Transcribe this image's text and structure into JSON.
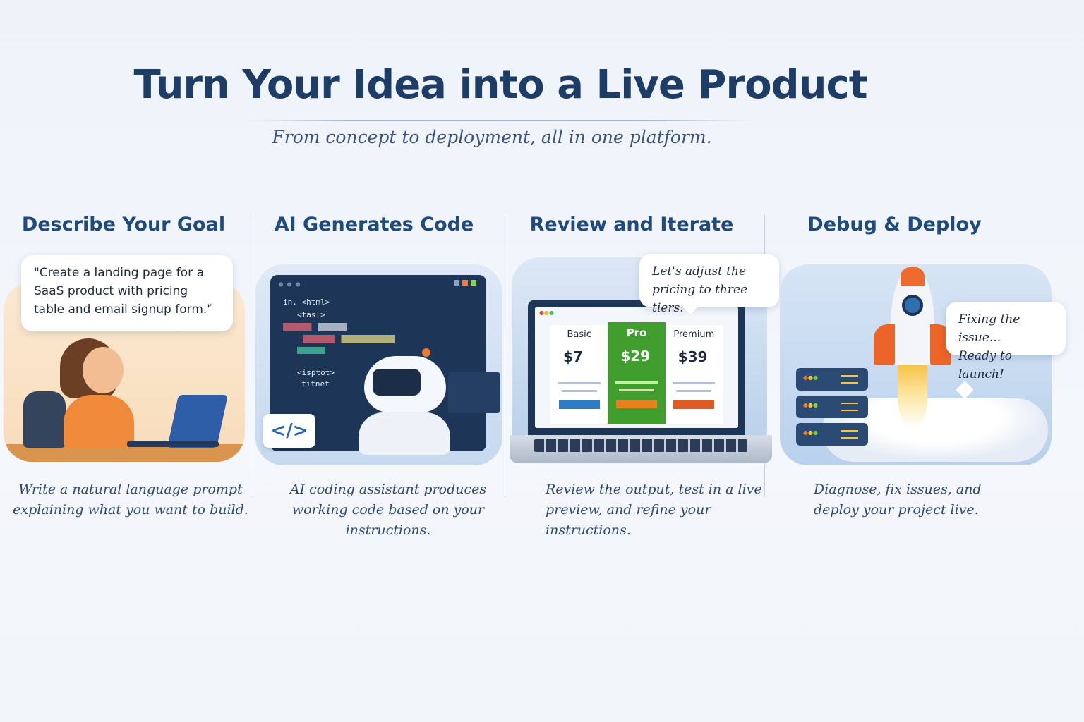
{
  "header": {
    "title": "Turn Your Idea into a Live Product",
    "subtitle": "From concept to deployment, all in one platform."
  },
  "steps": [
    {
      "heading": "Describe Your Goal",
      "bubble": "\"Create a landing page for a SaaS product with pricing table and email signup form.\"",
      "caption_line1": "Write a natural language prompt",
      "caption_line2": "explaining what you want to build."
    },
    {
      "heading": "AI Generates Code",
      "code_lines": [
        "in. <html>",
        "<tasl>",
        "<isptot>",
        "titnet"
      ],
      "code_badge": "</>",
      "caption_line1": "AI coding assistant produces",
      "caption_line2": "working code based on your instructions."
    },
    {
      "heading": "Review and Iterate",
      "bubble": "Let's adjust the pricing to three tiers.",
      "pricing": [
        {
          "name": "Basic",
          "price": "$7",
          "color": "#2f7bc4"
        },
        {
          "name": "Pro",
          "price": "$29",
          "color": "#e8801f"
        },
        {
          "name": "Premium",
          "price": "$39",
          "color": "#de5a22"
        }
      ],
      "caption_line1": "Review the output, test in a live",
      "caption_line2": "preview, and refine your instructions."
    },
    {
      "heading": "Debug & Deploy",
      "bubble_line1": "Fixing the issue...",
      "bubble_line2": "Ready to launch!",
      "caption_line1": "Diagnose, fix issues, and",
      "caption_line2": "deploy your project live."
    }
  ],
  "colors": {
    "title": "#1e3d66",
    "heading": "#1f4a7d",
    "pro_green": "#3f9e2e",
    "accent_orange": "#e8801f"
  }
}
